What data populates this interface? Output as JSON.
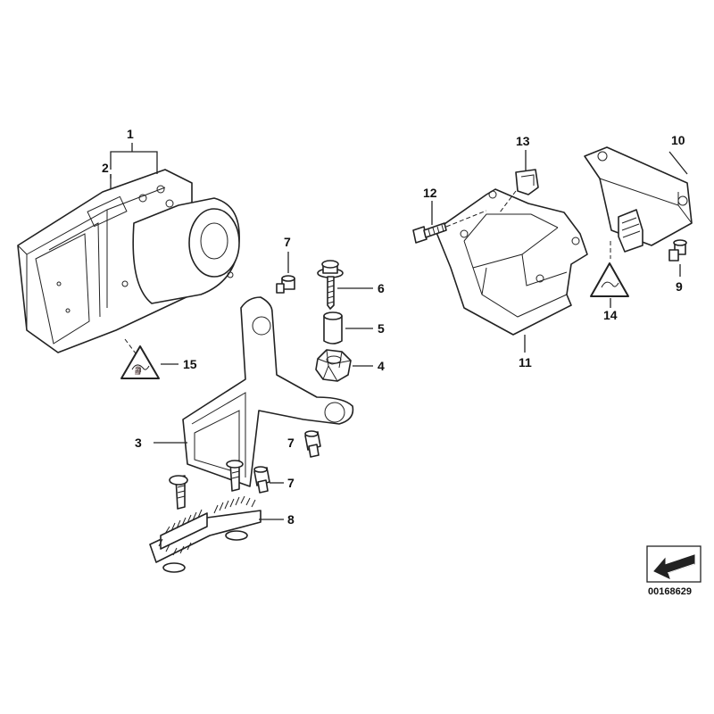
{
  "labels": {
    "p1": "1",
    "p2": "2",
    "p3": "3",
    "p4": "4",
    "p5": "5",
    "p6": "6",
    "p7a": "7",
    "p7b": "7",
    "p7c": "7",
    "p8": "8",
    "p9": "9",
    "p10": "10",
    "p11": "11",
    "p12": "12",
    "p13": "13",
    "p14": "14",
    "p15": "15"
  },
  "reference_code": "00168629",
  "colors": {
    "line": "#222222",
    "background": "#ffffff"
  }
}
